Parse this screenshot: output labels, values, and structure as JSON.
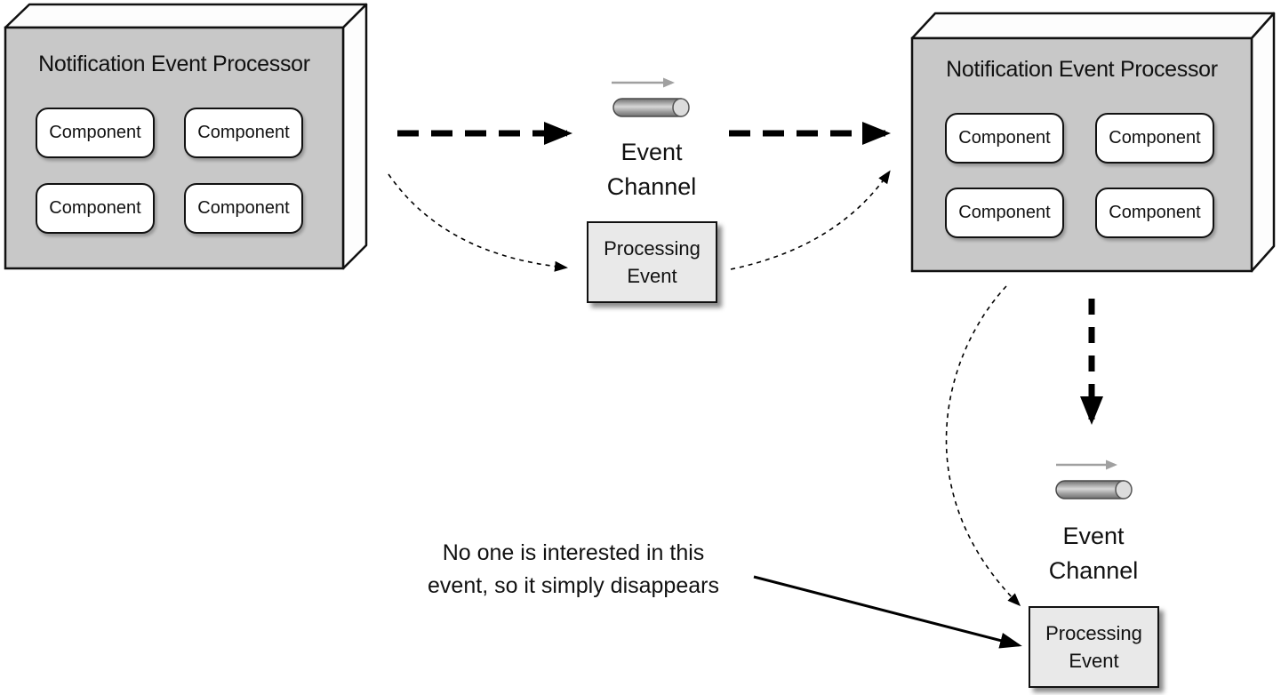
{
  "diagram": {
    "left_processor": {
      "title": "Notification Event Processor",
      "components": [
        "Component",
        "Component",
        "Component",
        "Component"
      ]
    },
    "right_processor": {
      "title": "Notification Event Processor",
      "components": [
        "Component",
        "Component",
        "Component",
        "Component"
      ]
    },
    "top_event_channel": {
      "label": "Event\nChannel"
    },
    "bottom_event_channel": {
      "label": "Event\nChannel"
    },
    "top_processing_event": {
      "label": "Processing\nEvent"
    },
    "bottom_processing_event": {
      "label": "Processing\nEvent"
    },
    "annotation": {
      "text": "No one is interested in this\nevent, so it simply disappears"
    },
    "colors": {
      "processor_front": "#c8c8c8",
      "processor_extrude": "#fdfdfd",
      "component_fill": "#ffffff",
      "processing_event_fill": "#e9e9e9",
      "outline": "#111111",
      "cylinder_stroke": "#4a4a4a",
      "flow_arrow_gray": "#a0a0a0",
      "arrow_black": "#000000"
    }
  }
}
